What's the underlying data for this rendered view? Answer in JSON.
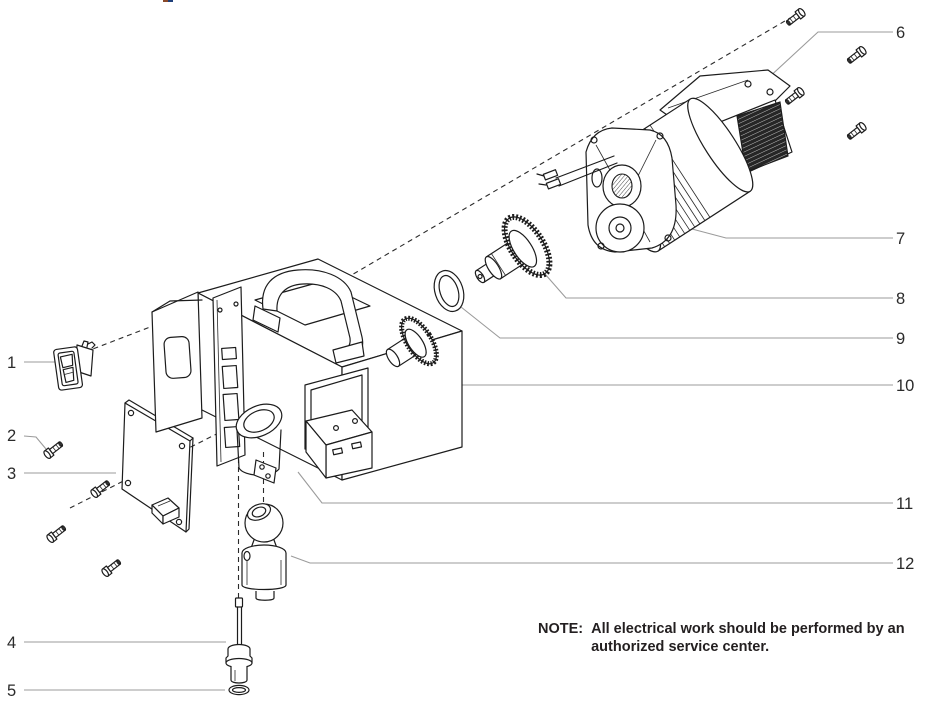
{
  "figure": {
    "kind": "exploded-parts-diagram",
    "note": {
      "label": "NOTE:",
      "text": "All electrical work should be performed by an authorized service center."
    },
    "callouts": [
      {
        "num": "1"
      },
      {
        "num": "2"
      },
      {
        "num": "3"
      },
      {
        "num": "4"
      },
      {
        "num": "5"
      },
      {
        "num": "6"
      },
      {
        "num": "7"
      },
      {
        "num": "8"
      },
      {
        "num": "9"
      },
      {
        "num": "10"
      },
      {
        "num": "11"
      },
      {
        "num": "12"
      }
    ],
    "colors": {
      "ink": "#1c1c1c",
      "leader_line": "#9b9b9b",
      "note_text": "#231f20",
      "dark_fins": "#262626",
      "top_edge_fragment_left": "#8a4a2a",
      "top_edge_fragment_right": "#1e3f7a"
    }
  }
}
